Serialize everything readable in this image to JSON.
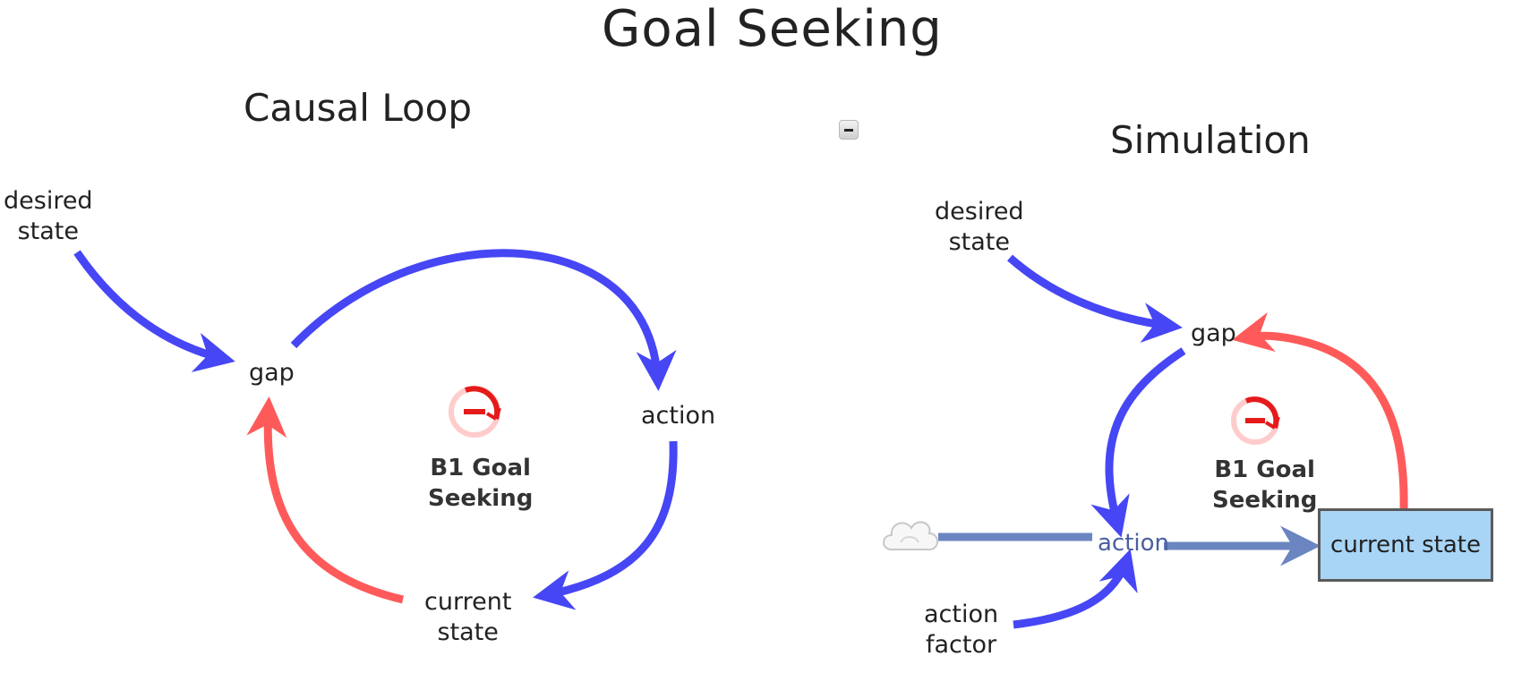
{
  "title": "Goal Seeking",
  "causal_loop": {
    "heading": "Causal Loop",
    "desired_state": "desired\nstate",
    "gap": "gap",
    "action": "action",
    "current_state": "current\nstate",
    "loop_label": "B1 Goal\nSeeking"
  },
  "simulation": {
    "heading": "Simulation",
    "desired_state": "desired\nstate",
    "gap": "gap",
    "action": "action",
    "action_factor": "action\nfactor",
    "current_state": "current state",
    "loop_label": "B1 Goal\nSeeking"
  },
  "colors": {
    "positive_link": "#4646f5",
    "negative_link": "#ff5a5a",
    "flow": "#6b85c0",
    "stock_fill": "#a8d4f6"
  }
}
